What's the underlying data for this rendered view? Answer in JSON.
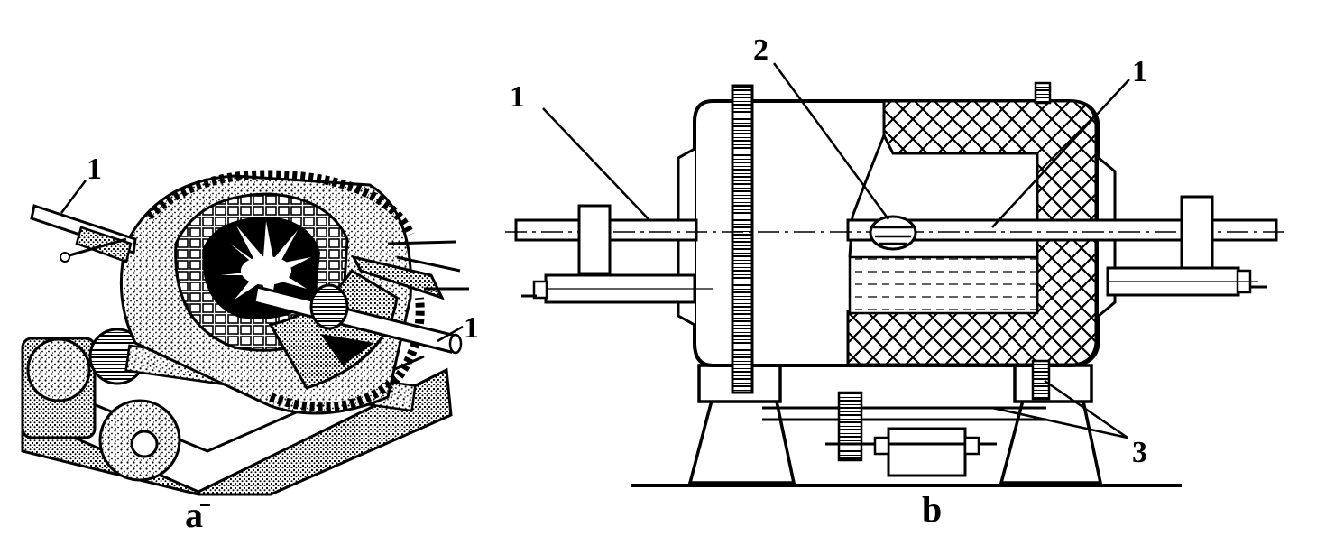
{
  "figure": {
    "panel_a": {
      "caption": "a",
      "callouts": [
        "1",
        "1"
      ]
    },
    "panel_b": {
      "caption": "b",
      "callouts": [
        "1",
        "2",
        "1",
        "3"
      ]
    }
  }
}
